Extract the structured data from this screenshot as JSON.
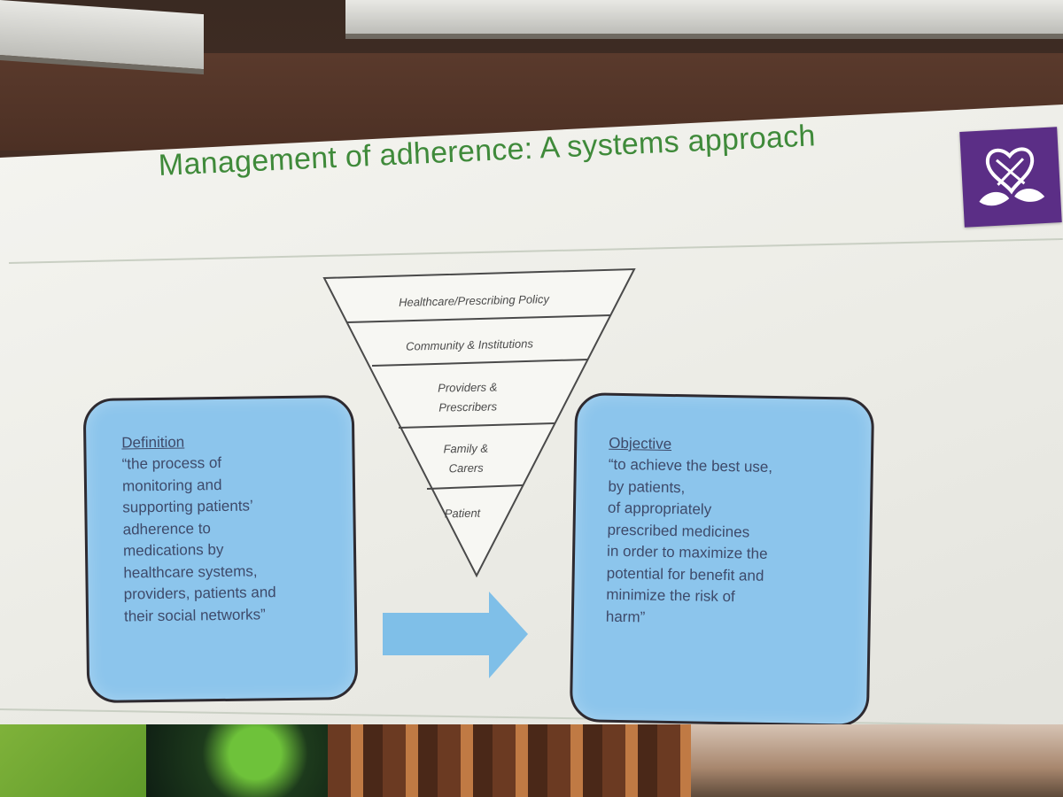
{
  "slide": {
    "title": "Management of adherence: A systems approach"
  },
  "pyramid": {
    "levels": [
      "Healthcare/Prescribing Policy",
      "Community & Institutions",
      "Providers & Prescribers",
      "Family & Carers",
      "Patient"
    ]
  },
  "definition": {
    "heading": "Definition",
    "text": "“the process of\nmonitoring and\nsupporting patients’\nadherence to\nmedications by\nhealthcare systems,\nproviders, patients and\ntheir social networks”"
  },
  "objective": {
    "heading": "Objective",
    "text": "“to achieve the best use,\nby patients,\nof appropriately\nprescribed medicines\nin order to maximize the\npotential for benefit and\nminimize the risk of\nharm”"
  },
  "colors": {
    "title_green": "#3f8a3a",
    "box_blue": "#8cc5ec",
    "arrow_blue": "#7fbfe8",
    "logo_purple": "#5b2e86",
    "box_text": "#3e4a6a"
  },
  "icons": {
    "logo": "heart-leaves-logo-icon",
    "arrow": "right-arrow-icon"
  }
}
